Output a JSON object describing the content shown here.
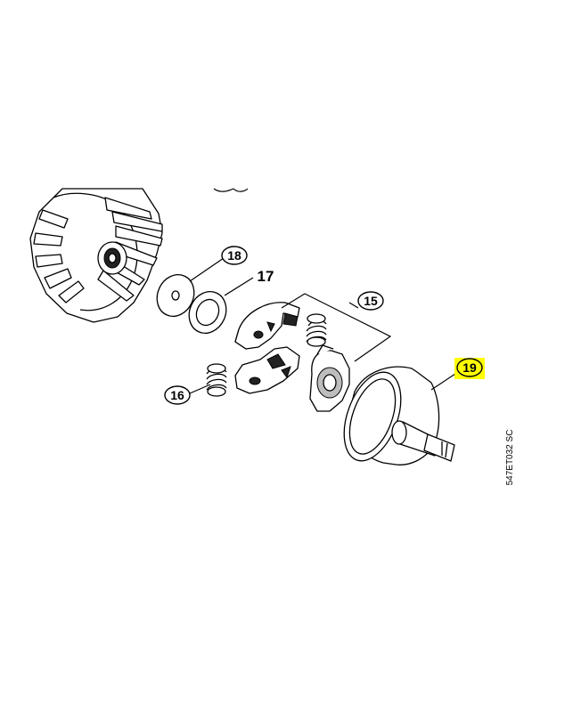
{
  "diagram": {
    "drawing_code": "547ET032 SC",
    "callouts": [
      {
        "id": "callout-18",
        "label": "18",
        "highlighted": false
      },
      {
        "id": "callout-17",
        "label": "17",
        "highlighted": false
      },
      {
        "id": "callout-15",
        "label": "15",
        "highlighted": false
      },
      {
        "id": "callout-16",
        "label": "16",
        "highlighted": false
      },
      {
        "id": "callout-19",
        "label": "19",
        "highlighted": true
      }
    ],
    "colors": {
      "highlight": "#ffff00",
      "line": "#000000",
      "background": "#ffffff"
    }
  }
}
